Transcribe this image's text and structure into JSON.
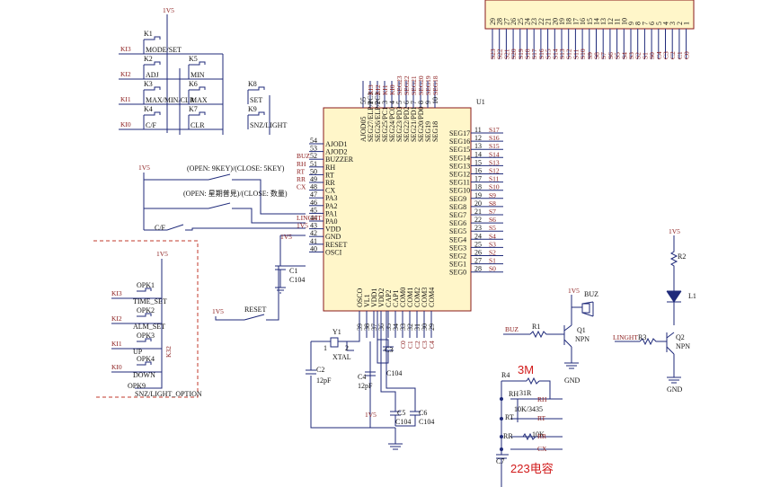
{
  "supply": "1V5",
  "keys_top": [
    {
      "ref": "K1",
      "name": "MODE/SET"
    },
    {
      "ref": "K2",
      "name": "ADJ"
    },
    {
      "ref": "K5",
      "name": "MIN"
    },
    {
      "ref": "K3",
      "name": "MAX/MIN/CLR"
    },
    {
      "ref": "K6",
      "name": "MAX"
    },
    {
      "ref": "K8",
      "name": "SET"
    },
    {
      "ref": "K4",
      "name": "C/F"
    },
    {
      "ref": "K7",
      "name": "CLR"
    },
    {
      "ref": "K9",
      "name": "SNZ/LIGHT"
    }
  ],
  "key_nets": [
    "KI3",
    "KI2",
    "KI1",
    "KI0"
  ],
  "key_nets_bottom": [
    "KI3",
    "KI2",
    "KI1",
    "KI0"
  ],
  "opt_keys": [
    {
      "ref": "OPK1",
      "name": "TIME_SET"
    },
    {
      "ref": "OPK2",
      "name": "ALM_SET"
    },
    {
      "ref": "OPK3",
      "name": "UP"
    },
    {
      "ref": "OPK4",
      "name": "DOWN"
    },
    {
      "ref": "OPK9",
      "name": "SNZ/LIGHT_OPTION"
    }
  ],
  "k32": "K32",
  "open_close": [
    "(OPEN: 9KEY)/(CLOSE: 5KEY)",
    "(OPEN: 星期普見)/(CLOSE: 数量)"
  ],
  "cf_label": "C/F",
  "reset_label": "RESET",
  "chip": {
    "ref": "U1",
    "top_pins": [
      "AJOD05",
      "SEG27/ELP/PC3",
      "SEG26/ELP/PC2",
      "SEG25/PC1",
      "SEG24/PC0",
      "SEG23/PD3",
      "SEG22/PD2",
      "SEG21/PD1",
      "SEG20/PD0",
      "SEG19",
      "SEG18"
    ],
    "top_nums": [
      "55",
      "1",
      "2",
      "3",
      "4",
      "5",
      "6",
      "7",
      "8",
      "9",
      "10"
    ],
    "top_nets": [
      "",
      "KI3",
      "KI2",
      "KI1",
      "KI0",
      "SEG23",
      "SEG22",
      "SEG21",
      "SEG20",
      "SEG19",
      "SEG18"
    ],
    "left_pins": [
      "AJOD1",
      "AJOD2",
      "BUZZER",
      "RH",
      "RT",
      "RR",
      "CX",
      "PA3",
      "PA2",
      "PA1",
      "PA0",
      "VDD",
      "GND",
      "RESET",
      "OSCI"
    ],
    "left_nums": [
      "54",
      "53",
      "52",
      "51",
      "50",
      "49",
      "48",
      "47",
      "46",
      "45",
      "44",
      "43",
      "42",
      "41",
      "40"
    ],
    "left_nets": [
      "",
      "",
      "BUZ",
      "RH",
      "RT",
      "RR",
      "CX",
      "",
      "",
      "",
      "LINGHT",
      "1V5",
      "",
      "",
      ""
    ],
    "right_pins": [
      "SEG17",
      "SEG16",
      "SEG15",
      "SEG14",
      "SEG13",
      "SEG12",
      "SEG11",
      "SEG10",
      "SEG9",
      "SEG8",
      "SEG7",
      "SEG6",
      "SEG5",
      "SEG4",
      "SEG3",
      "SEG2",
      "SEG1",
      "SEG0"
    ],
    "right_nums": [
      "11",
      "12",
      "13",
      "14",
      "15",
      "16",
      "17",
      "18",
      "19",
      "20",
      "21",
      "22",
      "23",
      "24",
      "25",
      "26",
      "27",
      "28"
    ],
    "right_nets": [
      "S17",
      "S16",
      "S15",
      "S14",
      "S13",
      "S12",
      "S11",
      "S10",
      "S9",
      "S8",
      "S7",
      "S6",
      "S5",
      "S4",
      "S3",
      "S2",
      "S1",
      "S0"
    ],
    "bottom_pins": [
      "OSCO",
      "VL1",
      "VDD1",
      "VDD2",
      "CAP2",
      "CAP1",
      "COM0",
      "COM1",
      "COM2",
      "COM3",
      "COM4"
    ],
    "bottom_nums": [
      "39",
      "38",
      "37",
      "36",
      "35",
      "34",
      "33",
      "32",
      "31",
      "30",
      "29"
    ],
    "bottom_nets": [
      "",
      "",
      "",
      "",
      "",
      "",
      "C0",
      "C1",
      "C2",
      "C3",
      "C4"
    ]
  },
  "lcd_nums": [
    "29",
    "28",
    "27",
    "26",
    "25",
    "24",
    "23",
    "22",
    "21",
    "20",
    "19",
    "18",
    "17",
    "16",
    "15",
    "14",
    "13",
    "12",
    "11",
    "10",
    "9",
    "8",
    "7",
    "6",
    "5",
    "4",
    "3",
    "2",
    "1"
  ],
  "lcd_nets": [
    "S23",
    "S22",
    "S21",
    "S20",
    "S19",
    "S18",
    "S17",
    "S16",
    "S15",
    "S14",
    "S13",
    "S12",
    "S11",
    "S10",
    "S9",
    "S8",
    "S7",
    "S6",
    "S5",
    "S4",
    "S3",
    "S2",
    "S1",
    "S0",
    "C4",
    "C3",
    "C2",
    "C1",
    "C0"
  ],
  "caps": {
    "c1": "C1",
    "c1v": "C104",
    "c2": "C2",
    "c2v": "12pF",
    "c3": "C3",
    "c3v": "C104",
    "c4": "C4",
    "c4v": "12pF",
    "c5": "C5",
    "c5v": "C104",
    "c6": "C6",
    "c6v": "C104",
    "c7": "C7"
  },
  "crystal": {
    "ref": "Y1",
    "val": "XTAL",
    "p1": "1",
    "p2": "2"
  },
  "buz": {
    "ref": "BUZ",
    "r": "R1",
    "q": "Q1",
    "type": "NPN",
    "net": "BUZ"
  },
  "light": {
    "r2": "R2",
    "l1": "L1",
    "r3": "R3",
    "q": "Q2",
    "type": "NPN",
    "net": "LINGHT"
  },
  "gnd": "GND",
  "sensor": {
    "r4": "R4",
    "val_r": "10K/3435",
    "val_rr": "10K",
    "num": "31R",
    "rh": "RH",
    "rt": "RT",
    "rr": "RR",
    "cx": "CX"
  },
  "note_3m": "3M",
  "note_223": "223电容"
}
